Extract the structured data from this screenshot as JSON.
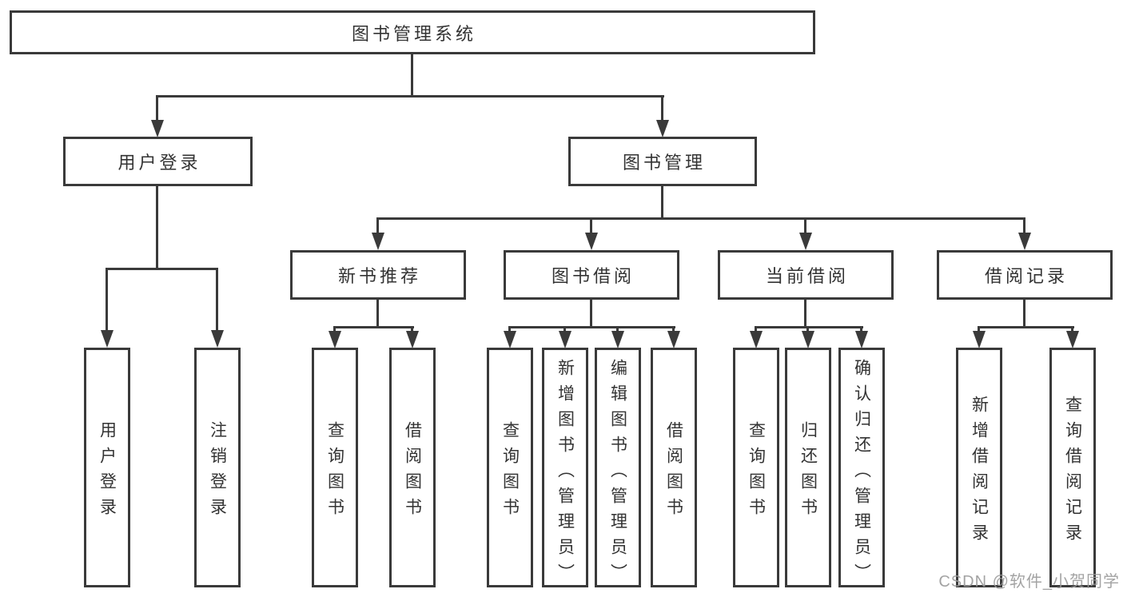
{
  "tree": {
    "root": {
      "label": "图书管理系统"
    },
    "children": [
      {
        "label": "用户登录",
        "children": [
          {
            "label": "用户登录"
          },
          {
            "label": "注销登录"
          }
        ]
      },
      {
        "label": "图书管理",
        "children": [
          {
            "label": "新书推荐",
            "children": [
              {
                "label": "查询图书"
              },
              {
                "label": "借阅图书"
              }
            ]
          },
          {
            "label": "图书借阅",
            "children": [
              {
                "label": "查询图书"
              },
              {
                "label": "新增图书（管理员）"
              },
              {
                "label": "编辑图书（管理员）"
              },
              {
                "label": "借阅图书"
              }
            ]
          },
          {
            "label": "当前借阅",
            "children": [
              {
                "label": "查询图书"
              },
              {
                "label": "归还图书"
              },
              {
                "label": "确认归还（管理员）"
              }
            ]
          },
          {
            "label": "借阅记录",
            "children": [
              {
                "label": "新增借阅记录"
              },
              {
                "label": "查询借阅记录"
              }
            ]
          }
        ]
      }
    ]
  },
  "watermark": {
    "text": "CSDN @软件_小贺同学"
  },
  "colors": {
    "line": "#3a3a3a",
    "text": "#333333",
    "watermark": "#9a9a9a",
    "background": "#ffffff"
  }
}
